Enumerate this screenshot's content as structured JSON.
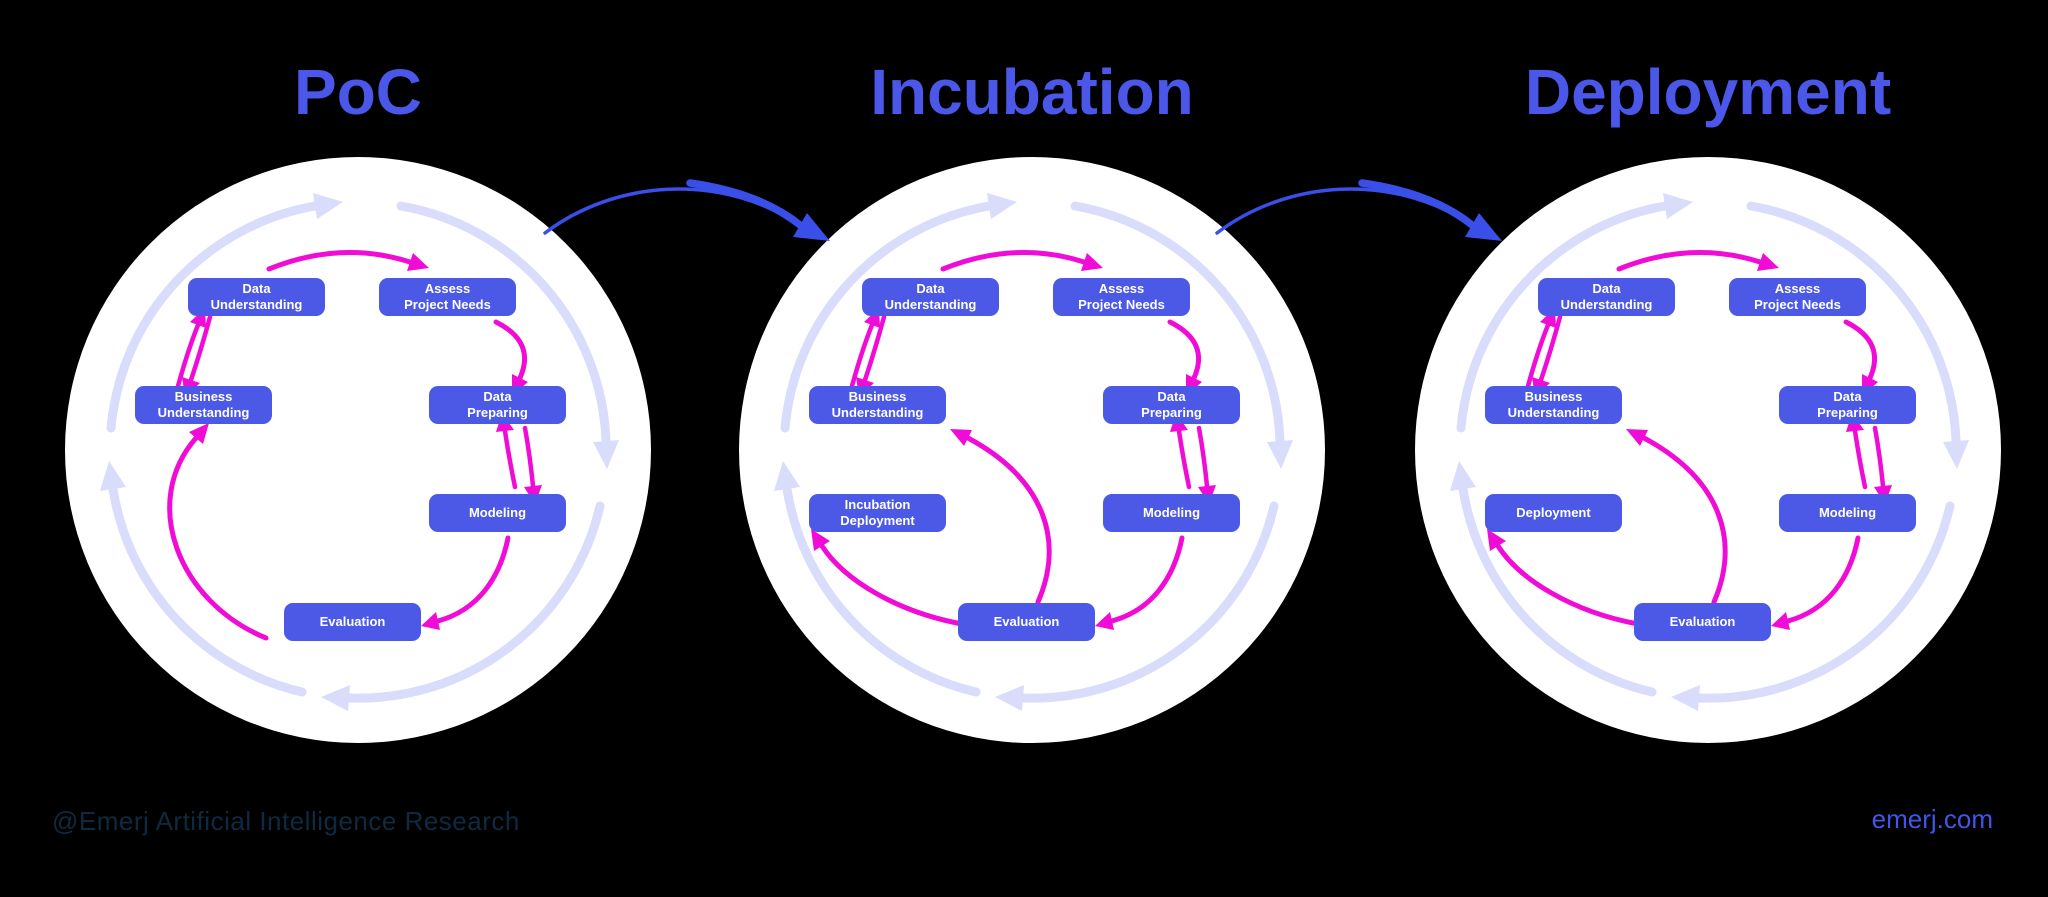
{
  "stages": [
    {
      "title": "PoC",
      "boxes": {
        "data_understanding": "Data\nUnderstanding",
        "assess_project_needs": "Assess\nProject Needs",
        "business_understanding": "Business\nUnderstanding",
        "data_preparing": "Data\nPreparing",
        "modeling": "Modeling",
        "evaluation": "Evaluation"
      }
    },
    {
      "title": "Incubation",
      "boxes": {
        "data_understanding": "Data\nUnderstanding",
        "assess_project_needs": "Assess\nProject Needs",
        "business_understanding": "Business\nUnderstanding",
        "data_preparing": "Data\nPreparing",
        "modeling": "Modeling",
        "evaluation": "Evaluation",
        "deployment_stage": "Incubation\nDeployment"
      }
    },
    {
      "title": "Deployment",
      "boxes": {
        "data_understanding": "Data\nUnderstanding",
        "assess_project_needs": "Assess\nProject Needs",
        "business_understanding": "Business\nUnderstanding",
        "data_preparing": "Data\nPreparing",
        "modeling": "Modeling",
        "evaluation": "Evaluation",
        "deployment_stage": "Deployment"
      }
    }
  ],
  "footer": {
    "credit": "@Emerj Artificial Intelligence Research",
    "website": "emerj.com"
  },
  "colors": {
    "background": "#000000",
    "title_blue": "#4a57e8",
    "box_blue": "#4c59e7",
    "magenta_arrow": "#f10bd7",
    "ring_lavender": "#d9ddfb",
    "connector_blue": "#3a4ee8",
    "circle_fill": "#ffffff",
    "footer_credit_color": "#0e2a40",
    "footer_site_color": "#4355e6"
  }
}
